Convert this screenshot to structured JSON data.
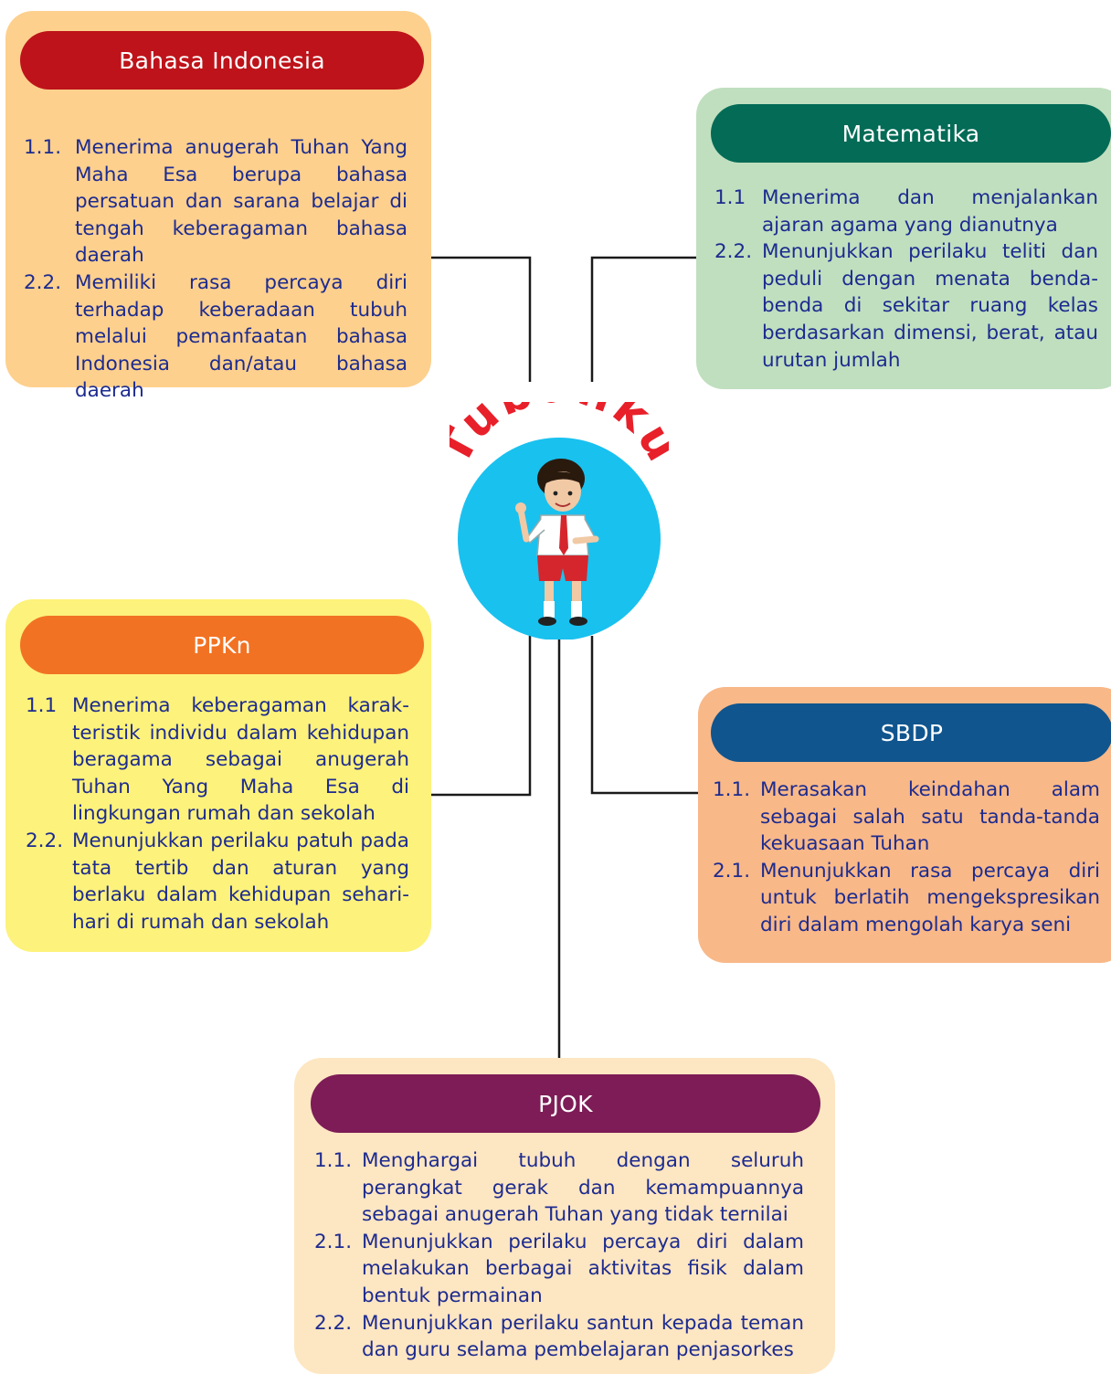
{
  "center": {
    "title": "Tubuhku",
    "colors": {
      "title": "#e8202a",
      "circle": "#19c1ef"
    }
  },
  "cards": {
    "bahasa_indonesia": {
      "title": "Bahasa Indonesia",
      "items": [
        {
          "num": "1.1.",
          "text": "Menerima anugerah Tuhan Yang Maha Esa berupa bahasa persatuan dan sarana belajar di tengah keberagaman bahasa daerah"
        },
        {
          "num": "2.2.",
          "text": "Memiliki rasa percaya diri terhadap keberadaan tubuh melalui pemanfaatan bahasa Indonesia dan/atau bahasa daerah"
        }
      ]
    },
    "matematika": {
      "title": "Matematika",
      "items": [
        {
          "num": "1.1",
          "text": "Menerima dan menjalankan ajaran agama yang dianutnya"
        },
        {
          "num": "2.2.",
          "text": "Menunjukkan perilaku teliti dan peduli dengan menata benda-benda di sekitar ruang kelas berdasarkan dimensi, berat, atau urutan jumlah"
        }
      ]
    },
    "ppkn": {
      "title": "PPKn",
      "items": [
        {
          "num": "1.1",
          "text": "Menerima keberagaman karak-teristik individu dalam kehidupan beragama sebagai anugerah Tuhan Yang Maha Esa di lingkungan rumah dan sekolah"
        },
        {
          "num": "2.2.",
          "text": "Menunjukkan perilaku patuh pada tata tertib dan aturan yang berlaku dalam kehidupan sehari-hari di rumah dan sekolah"
        }
      ]
    },
    "sbdp": {
      "title": "SBDP",
      "items": [
        {
          "num": "1.1.",
          "text": "Merasakan keindahan alam sebagai salah satu tanda-tanda kekuasaan Tuhan"
        },
        {
          "num": "2.1.",
          "text": "Menunjukkan rasa percaya diri untuk berlatih mengekspresikan diri dalam mengolah karya seni"
        }
      ]
    },
    "pjok": {
      "title": "PJOK",
      "items": [
        {
          "num": "1.1.",
          "text": "Menghargai tubuh dengan seluruh perangkat gerak dan kemampuannya sebagai anugerah Tuhan yang tidak ternilai"
        },
        {
          "num": "2.1.",
          "text": "Menunjukkan perilaku percaya diri dalam melakukan berbagai aktivitas fisik dalam bentuk permainan"
        },
        {
          "num": "2.2.",
          "text": "Menunjukkan perilaku santun kepada teman dan guru selama pembelajaran penjasorkes"
        }
      ]
    }
  }
}
